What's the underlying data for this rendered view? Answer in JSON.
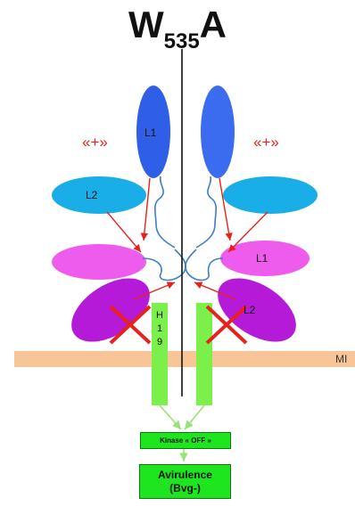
{
  "title": {
    "main": "W",
    "subscript": "535",
    "suffix": "A"
  },
  "labels": {
    "left_l1": "L1",
    "left_l2": "L2",
    "right_l1": "L1",
    "right_l2": "L2",
    "plus_left": "«+»",
    "plus_right": "«+»",
    "membrane": "MI",
    "h19": [
      "H",
      "1",
      "9"
    ]
  },
  "kinase_box": "Kinase « OFF »",
  "avirulence_box": {
    "line1": "Avirulence",
    "line2": "(Bvg-)"
  },
  "colors": {
    "l1_left": "#2f5fe6",
    "l2_cyan": "#1aaee8",
    "pink": "#ee5cee",
    "purple": "#b41ad8",
    "membrane": "#f7c597",
    "tm_green": "#7cf04a",
    "box_green": "#1ee61e",
    "arrow_red": "#e8221a",
    "linker_blue": "#3d7fc8"
  }
}
